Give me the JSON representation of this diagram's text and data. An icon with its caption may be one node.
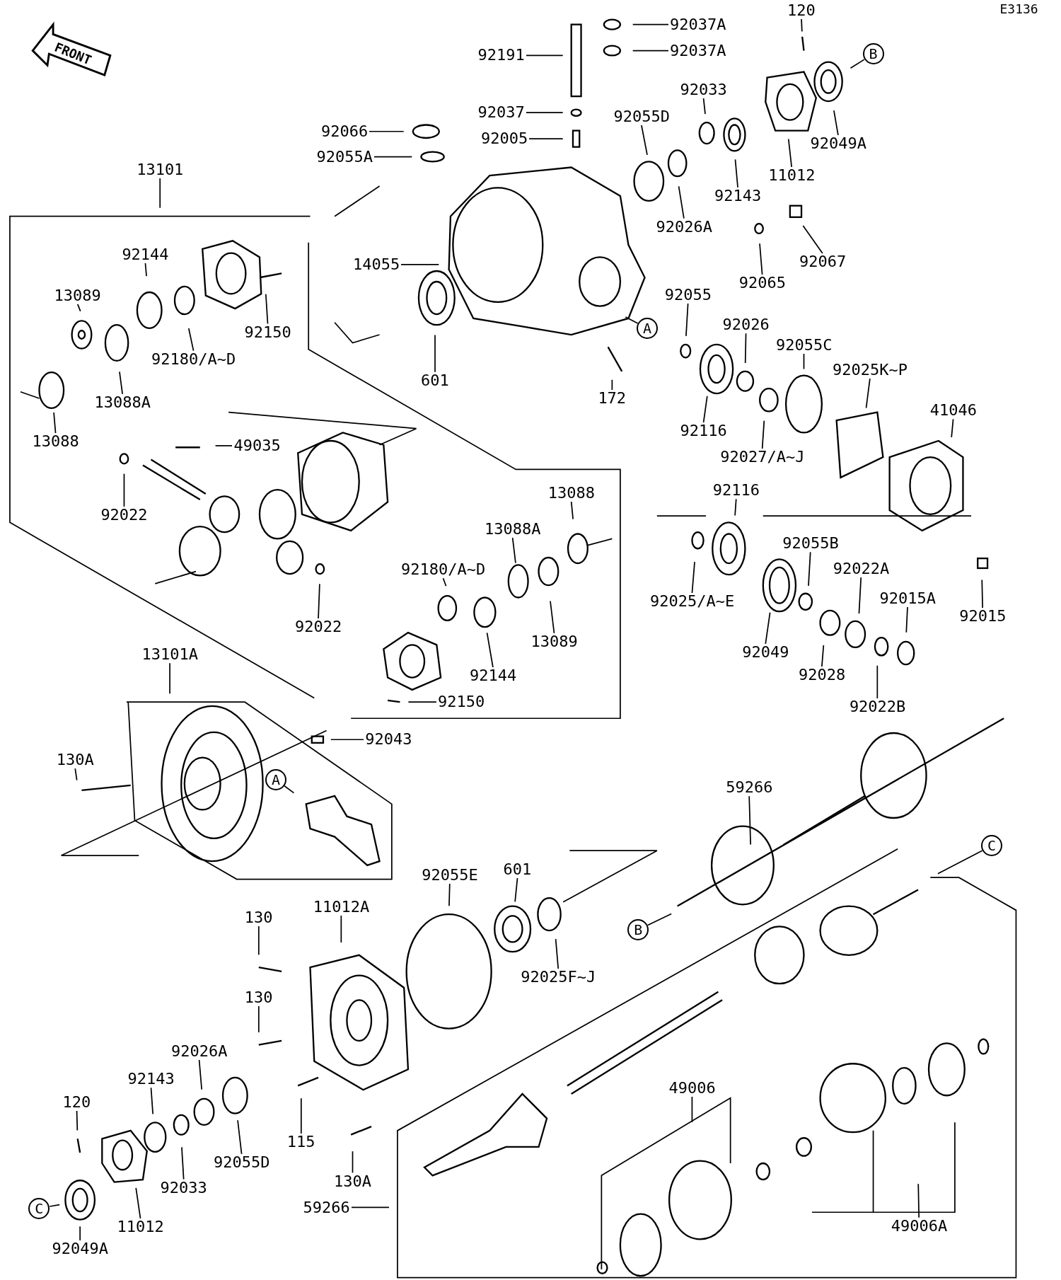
{
  "diagram": {
    "nodes": [
      {
        "text": [
          "92191"
        ]
      },
      {
        "text": [
          "92037A"
        ]
      },
      {
        "text": [
          "92037A"
        ]
      },
      {
        "text": [
          "120"
        ]
      },
      {
        "text": [
          "B"
        ]
      },
      {
        "text": [
          "92037"
        ]
      },
      {
        "text": [
          "92033"
        ]
      },
      {
        "text": [
          "92066"
        ]
      },
      {
        "text": [
          "92055D"
        ]
      },
      {
        "text": [
          "92005"
        ]
      },
      {
        "text": [
          "92049A"
        ]
      },
      {
        "text": [
          "92055A"
        ]
      },
      {
        "text": [
          "13101"
        ]
      },
      {
        "text": [
          "11012"
        ]
      },
      {
        "text": [
          "92143"
        ]
      },
      {
        "text": [
          "92026A"
        ]
      },
      {
        "text": [
          "92144"
        ]
      },
      {
        "text": [
          "14055"
        ]
      },
      {
        "text": [
          "92067"
        ]
      },
      {
        "text": [
          "92065"
        ]
      },
      {
        "text": [
          "13089"
        ]
      },
      {
        "text": [
          "92055"
        ]
      },
      {
        "text": [
          "92026"
        ]
      },
      {
        "text": [
          "A"
        ]
      },
      {
        "text": [
          "92150"
        ]
      },
      {
        "text": [
          "92180/A~D"
        ]
      },
      {
        "text": [
          "92055C"
        ]
      },
      {
        "text": [
          "92025K~P"
        ]
      },
      {
        "text": [
          "601"
        ]
      },
      {
        "text": [
          "172"
        ]
      },
      {
        "text": [
          "13088A"
        ]
      },
      {
        "text": [
          "41046"
        ]
      },
      {
        "text": [
          "92116"
        ]
      },
      {
        "text": [
          "13088"
        ]
      },
      {
        "text": [
          "49035"
        ]
      },
      {
        "text": [
          "92027/A~J"
        ]
      },
      {
        "text": [
          "92116"
        ]
      },
      {
        "text": [
          "13088"
        ]
      },
      {
        "text": [
          "92022"
        ]
      },
      {
        "text": [
          "13088A"
        ]
      },
      {
        "text": [
          "92055B"
        ]
      },
      {
        "text": [
          "92180/A~D"
        ]
      },
      {
        "text": [
          "92022A"
        ]
      },
      {
        "text": [
          "92015A"
        ]
      },
      {
        "text": [
          "92025/A~E"
        ]
      },
      {
        "text": [
          "92015"
        ]
      },
      {
        "text": [
          "92022"
        ]
      },
      {
        "text": [
          "13089"
        ]
      },
      {
        "text": [
          "92049"
        ]
      },
      {
        "text": [
          "13101A"
        ]
      },
      {
        "text": [
          "92144"
        ]
      },
      {
        "text": [
          "92028"
        ]
      },
      {
        "text": [
          "92150"
        ]
      },
      {
        "text": [
          "92022B"
        ]
      },
      {
        "text": [
          "92043"
        ]
      },
      {
        "text": [
          "130A"
        ]
      },
      {
        "text": [
          "A"
        ]
      },
      {
        "text": [
          "59266"
        ]
      },
      {
        "text": [
          "C"
        ]
      },
      {
        "text": [
          "601"
        ]
      },
      {
        "text": [
          "92055E"
        ]
      },
      {
        "text": [
          "11012A"
        ]
      },
      {
        "text": [
          "130"
        ]
      },
      {
        "text": [
          "B"
        ]
      },
      {
        "text": [
          "92025F~J"
        ]
      },
      {
        "text": [
          "130"
        ]
      },
      {
        "text": [
          "92026A"
        ]
      },
      {
        "text": [
          "92143"
        ]
      },
      {
        "text": [
          "49006"
        ]
      },
      {
        "text": [
          "120"
        ]
      },
      {
        "text": [
          "115"
        ]
      },
      {
        "text": [
          "92055D"
        ]
      },
      {
        "text": [
          "130A"
        ]
      },
      {
        "text": [
          "92033"
        ]
      },
      {
        "text": [
          "59266"
        ]
      },
      {
        "text": [
          "C"
        ]
      },
      {
        "text": [
          "49006A"
        ]
      },
      {
        "text": [
          "11012"
        ]
      },
      {
        "text": [
          "92049A"
        ]
      }
    ],
    "edges": [
      {
        "from": 0,
        "to": null,
        "arrow": "none"
      },
      {
        "from": 1,
        "to": null,
        "arrow": "none"
      },
      {
        "from": 2,
        "to": null,
        "arrow": "none"
      },
      {
        "from": 3,
        "to": null,
        "arrow": "none"
      },
      {
        "from": 4,
        "to": null,
        "arrow": "none"
      },
      {
        "from": 5,
        "to": null,
        "arrow": "none"
      },
      {
        "from": 6,
        "to": null,
        "arrow": "none"
      },
      {
        "from": 7,
        "to": null,
        "arrow": "none"
      },
      {
        "from": 8,
        "to": null,
        "arrow": "none"
      },
      {
        "from": 9,
        "to": null,
        "arrow": "none"
      },
      {
        "from": 10,
        "to": null,
        "arrow": "none"
      },
      {
        "from": 11,
        "to": null,
        "arrow": "none"
      },
      {
        "from": 12,
        "to": null,
        "arrow": "none"
      },
      {
        "from": 13,
        "to": null,
        "arrow": "none"
      },
      {
        "from": 14,
        "to": null,
        "arrow": "none"
      },
      {
        "from": 15,
        "to": null,
        "arrow": "none"
      },
      {
        "from": 16,
        "to": null,
        "arrow": "none"
      },
      {
        "from": 17,
        "to": null,
        "arrow": "none"
      },
      {
        "from": 18,
        "to": null,
        "arrow": "none"
      },
      {
        "from": 19,
        "to": null,
        "arrow": "none"
      },
      {
        "from": 20,
        "to": null,
        "arrow": "none"
      },
      {
        "from": 21,
        "to": null,
        "arrow": "none"
      },
      {
        "from": 22,
        "to": null,
        "arrow": "none"
      },
      {
        "from": 23,
        "to": null,
        "arrow": "none"
      },
      {
        "from": 24,
        "to": null,
        "arrow": "none"
      },
      {
        "from": 25,
        "to": null,
        "arrow": "none"
      },
      {
        "from": 26,
        "to": null,
        "arrow": "none"
      },
      {
        "from": 27,
        "to": null,
        "arrow": "none"
      },
      {
        "from": 28,
        "to": null,
        "arrow": "none"
      },
      {
        "from": 29,
        "to": null,
        "arrow": "none"
      },
      {
        "from": 30,
        "to": null,
        "arrow": "none"
      },
      {
        "from": 31,
        "to": null,
        "arrow": "none"
      },
      {
        "from": 32,
        "to": null,
        "arrow": "none"
      },
      {
        "from": 33,
        "to": null,
        "arrow": "none"
      },
      {
        "from": 34,
        "to": null,
        "arrow": "none"
      },
      {
        "from": 35,
        "to": null,
        "arrow": "none"
      },
      {
        "from": 36,
        "to": null,
        "arrow": "none"
      },
      {
        "from": 37,
        "to": null,
        "arrow": "none"
      },
      {
        "from": 38,
        "to": null,
        "arrow": "none"
      },
      {
        "from": 39,
        "to": null,
        "arrow": "none"
      },
      {
        "from": 40,
        "to": null,
        "arrow": "none"
      },
      {
        "from": 41,
        "to": null,
        "arrow": "none"
      },
      {
        "from": 42,
        "to": null,
        "arrow": "none"
      },
      {
        "from": 43,
        "to": null,
        "arrow": "none"
      },
      {
        "from": 44,
        "to": null,
        "arrow": "none"
      },
      {
        "from": 45,
        "to": null,
        "arrow": "none"
      },
      {
        "from": 46,
        "to": null,
        "arrow": "none"
      },
      {
        "from": 47,
        "to": null,
        "arrow": "none"
      },
      {
        "from": 48,
        "to": null,
        "arrow": "none"
      },
      {
        "from": 49,
        "to": null,
        "arrow": "none"
      },
      {
        "from": 50,
        "to": null,
        "arrow": "none"
      },
      {
        "from": 51,
        "to": null,
        "arrow": "none"
      },
      {
        "from": 52,
        "to": null,
        "arrow": "none"
      },
      {
        "from": 53,
        "to": null,
        "arrow": "none"
      },
      {
        "from": 54,
        "to": null,
        "arrow": "none"
      },
      {
        "from": 55,
        "to": null,
        "arrow": "none"
      },
      {
        "from": 56,
        "to": null,
        "arrow": "none"
      },
      {
        "from": 57,
        "to": null,
        "arrow": "none"
      },
      {
        "from": 58,
        "to": null,
        "arrow": "none"
      },
      {
        "from": 59,
        "to": null,
        "arrow": "none"
      },
      {
        "from": 60,
        "to": null,
        "arrow": "none"
      },
      {
        "from": 61,
        "to": null,
        "arrow": "none"
      },
      {
        "from": 62,
        "to": null,
        "arrow": "none"
      },
      {
        "from": 63,
        "to": null,
        "arrow": "none"
      },
      {
        "from": 64,
        "to": null,
        "arrow": "none"
      },
      {
        "from": 65,
        "to": null,
        "arrow": "none"
      },
      {
        "from": 66,
        "to": null,
        "arrow": "none"
      },
      {
        "from": 67,
        "to": null,
        "arrow": "none"
      },
      {
        "from": 68,
        "to": null,
        "arrow": "none"
      },
      {
        "from": 69,
        "to": null,
        "arrow": "none"
      },
      {
        "from": 70,
        "to": null,
        "arrow": "none"
      },
      {
        "from": 71,
        "to": null,
        "arrow": "none"
      },
      {
        "from": 72,
        "to": null,
        "arrow": "none"
      },
      {
        "from": 73,
        "to": null,
        "arrow": "none"
      },
      {
        "from": 74,
        "to": null,
        "arrow": "none"
      },
      {
        "from": 75,
        "to": null,
        "arrow": "none"
      },
      {
        "from": 76,
        "to": null,
        "arrow": "none"
      },
      {
        "from": 77,
        "to": null,
        "arrow": "none"
      },
      {
        "from": 78,
        "to": null,
        "arrow": "none"
      }
    ],
    "labels": [
      "E3136",
      "FRONT"
    ]
  }
}
